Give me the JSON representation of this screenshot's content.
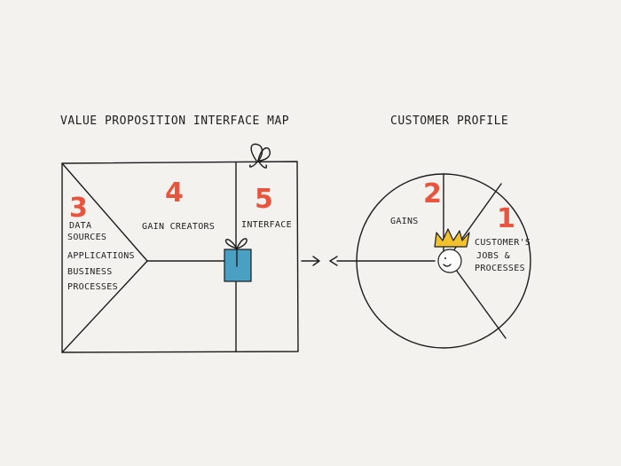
{
  "titles": {
    "left": "Value Proposition Interface Map",
    "right": "Customer Profile"
  },
  "map": {
    "data_sources": {
      "number": "3",
      "lines": [
        "Data",
        "Sources",
        "Applications",
        "Business",
        "Processes"
      ]
    },
    "gain_creators": {
      "number": "4",
      "label": "Gain Creators"
    },
    "interface": {
      "number": "5",
      "label": "Interface"
    }
  },
  "profile": {
    "gains": {
      "number": "2",
      "label": "Gains"
    },
    "jobs": {
      "number": "1",
      "lines": [
        "Customer's",
        "Jobs &",
        "Processes"
      ]
    }
  },
  "colors": {
    "background": "#f3f2ef",
    "ink": "#1c1c1c",
    "number_red": "#e8553f",
    "box_blue": "#4aa0c2",
    "crown_yellow": "#f2c12e"
  },
  "icons": {
    "gift": "gift-box-icon",
    "bow": "ribbon-bow-icon",
    "crown": "crown-icon",
    "face": "smiley-face-icon",
    "arrow_right": "arrow-right-icon",
    "arrow_left": "arrow-left-icon"
  }
}
